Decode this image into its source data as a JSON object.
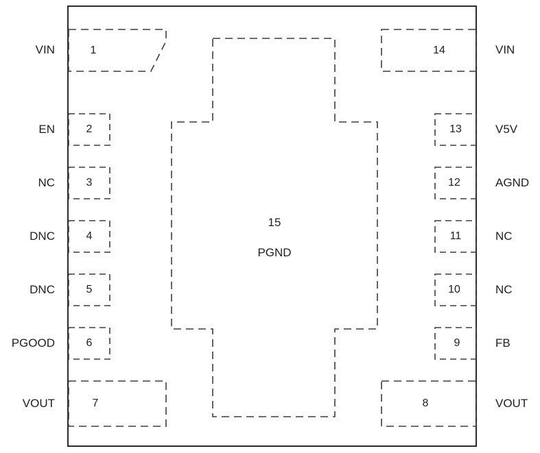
{
  "pinout": {
    "left_pins": [
      {
        "number": "1",
        "label": "VIN"
      },
      {
        "number": "2",
        "label": "EN"
      },
      {
        "number": "3",
        "label": "NC"
      },
      {
        "number": "4",
        "label": "DNC"
      },
      {
        "number": "5",
        "label": "DNC"
      },
      {
        "number": "6",
        "label": "PGOOD"
      },
      {
        "number": "7",
        "label": "VOUT"
      }
    ],
    "right_pins": [
      {
        "number": "14",
        "label": "VIN"
      },
      {
        "number": "13",
        "label": "V5V"
      },
      {
        "number": "12",
        "label": "AGND"
      },
      {
        "number": "11",
        "label": "NC"
      },
      {
        "number": "10",
        "label": "NC"
      },
      {
        "number": "9",
        "label": "FB"
      },
      {
        "number": "8",
        "label": "VOUT"
      }
    ],
    "center_pad": {
      "number": "15",
      "label": "PGND"
    },
    "colors": {
      "line": "#3d3d3d",
      "text": "#1f1f1f",
      "background": "#ffffff"
    }
  }
}
